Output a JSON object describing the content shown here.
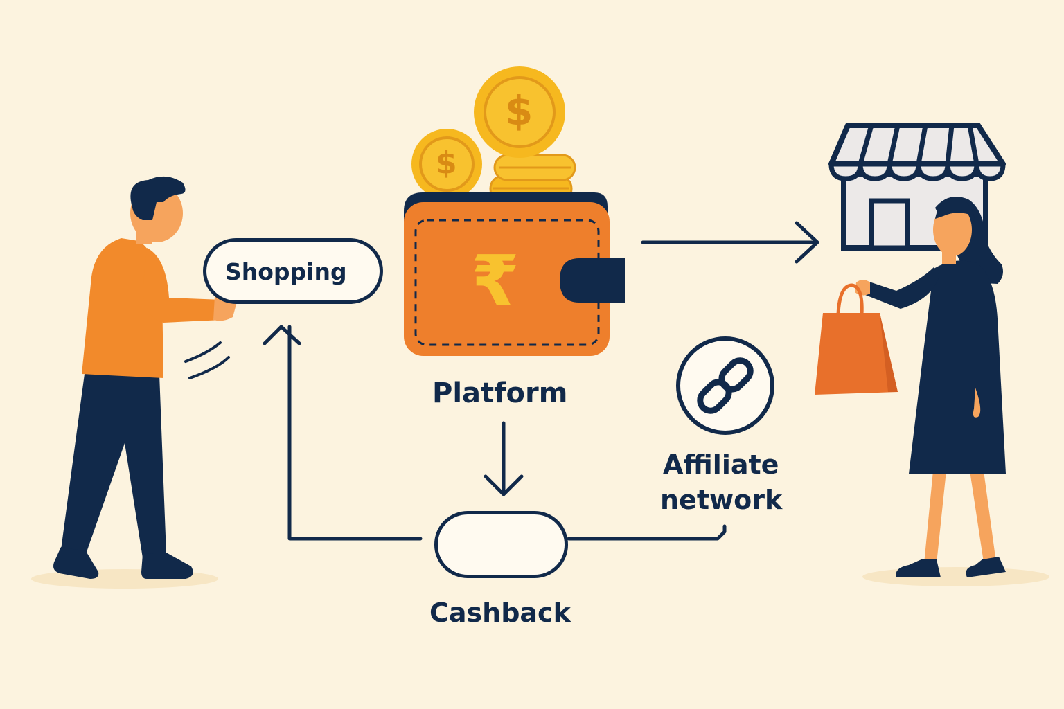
{
  "labels": {
    "shopping": "Shopping",
    "platform": "Platform",
    "cashback": "Cashback",
    "affiliate_line1": "Affiliate",
    "affiliate_line2": "network"
  },
  "symbols": {
    "currency": "₹",
    "coin": "$"
  },
  "icons": {
    "wallet": "wallet-icon",
    "store": "store-icon",
    "link": "link-icon",
    "share": "share-node-icon",
    "coins": "coin-icon"
  },
  "colors": {
    "background": "#fcf3df",
    "navy": "#11294a",
    "orange": "#f28a2b",
    "wallet_orange": "#ee7f2c",
    "coin_gold": "#f6b81f",
    "bag_orange": "#e8702b",
    "skin": "#f6a45d"
  }
}
